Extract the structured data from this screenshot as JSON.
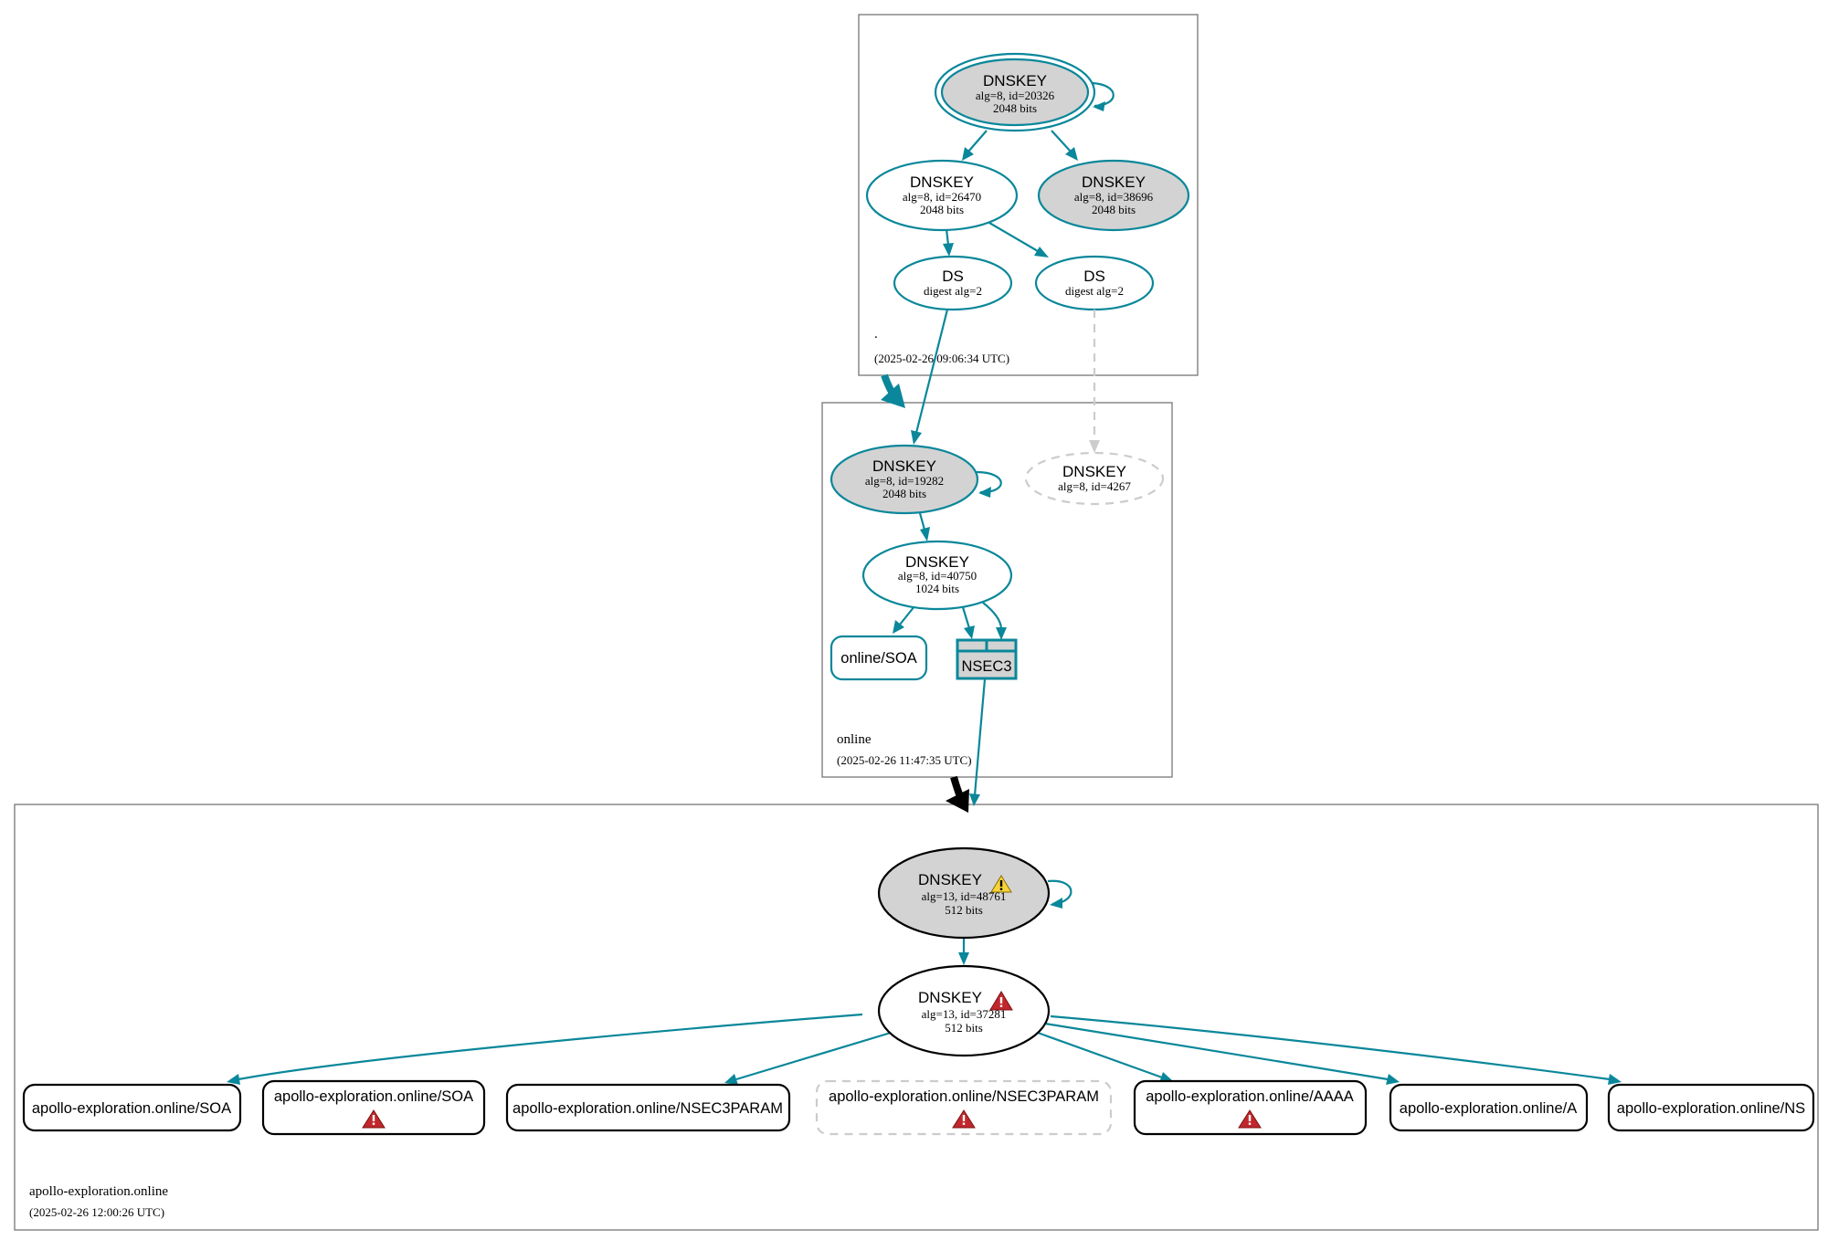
{
  "zones": {
    "root": {
      "name": ".",
      "timestamp": "(2025-02-26 09:06:34 UTC)",
      "keys": {
        "ksk": {
          "title": "DNSKEY",
          "line1": "alg=8, id=20326",
          "line2": "2048 bits"
        },
        "zsk": {
          "title": "DNSKEY",
          "line1": "alg=8, id=26470",
          "line2": "2048 bits"
        },
        "key_38696": {
          "title": "DNSKEY",
          "line1": "alg=8, id=38696",
          "line2": "2048 bits"
        }
      },
      "ds": [
        {
          "title": "DS",
          "line1": "digest alg=2"
        },
        {
          "title": "DS",
          "line1": "digest alg=2"
        }
      ]
    },
    "online": {
      "name": "online",
      "timestamp": "(2025-02-26 11:47:35 UTC)",
      "keys": {
        "ksk": {
          "title": "DNSKEY",
          "line1": "alg=8, id=19282",
          "line2": "2048 bits"
        },
        "zsk": {
          "title": "DNSKEY",
          "line1": "alg=8, id=40750",
          "line2": "1024 bits"
        },
        "missing": {
          "title": "DNSKEY",
          "line1": "alg=8, id=4267"
        }
      },
      "rrsets": {
        "soa": "online/SOA",
        "nsec3": "NSEC3"
      }
    },
    "apollo": {
      "name": "apollo-exploration.online",
      "timestamp": "(2025-02-26 12:00:26 UTC)",
      "keys": {
        "ksk": {
          "title": "DNSKEY",
          "line1": "alg=13, id=48761",
          "line2": "512 bits",
          "status": "warning"
        },
        "zsk": {
          "title": "DNSKEY",
          "line1": "alg=13, id=37281",
          "line2": "512 bits",
          "status": "error"
        }
      },
      "rrsets": [
        {
          "label": "apollo-exploration.online/SOA",
          "status": "ok"
        },
        {
          "label": "apollo-exploration.online/SOA",
          "status": "error"
        },
        {
          "label": "apollo-exploration.online/NSEC3PARAM",
          "status": "ok"
        },
        {
          "label": "apollo-exploration.online/NSEC3PARAM",
          "status": "error",
          "dashed": true
        },
        {
          "label": "apollo-exploration.online/AAAA",
          "status": "error"
        },
        {
          "label": "apollo-exploration.online/A",
          "status": "ok"
        },
        {
          "label": "apollo-exploration.online/NS",
          "status": "ok"
        }
      ]
    }
  },
  "colors": {
    "secure_edge": "#0a879a",
    "insecure_dashed": "#cccccc",
    "delegation_black": "#000000",
    "self_signed_fill": "#d3d3d3",
    "error_icon": "#c0282d",
    "warning_icon": "#f7d33a"
  },
  "icons": {
    "warning": "warning-triangle-icon",
    "error": "error-triangle-icon"
  }
}
